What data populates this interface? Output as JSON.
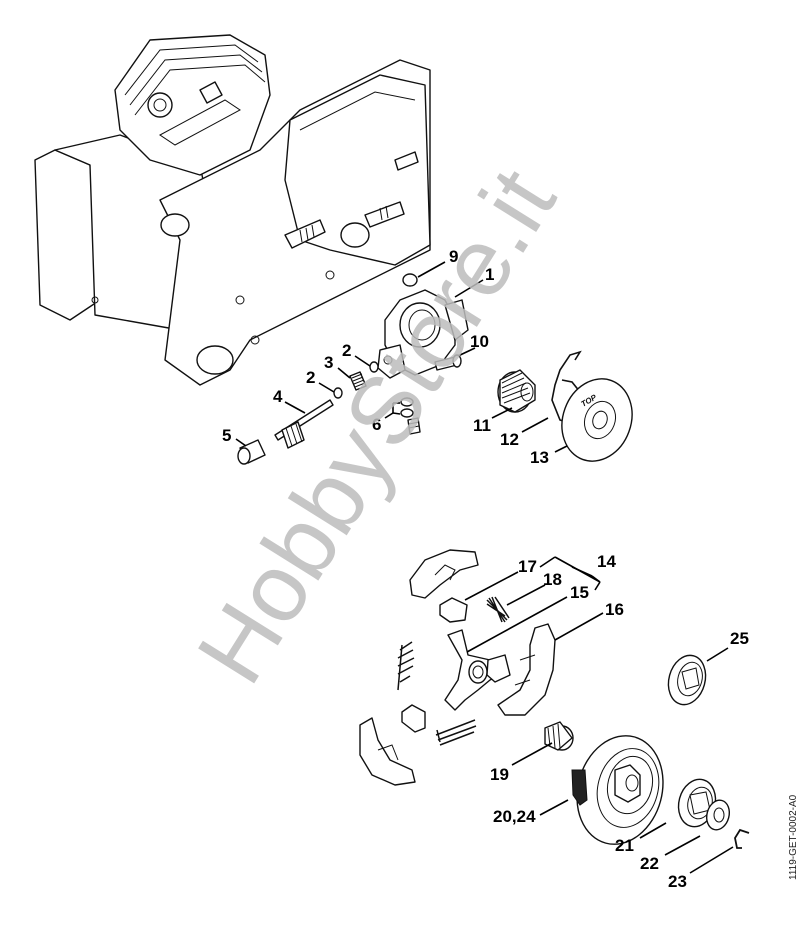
{
  "diagram": {
    "type": "exploded-parts-diagram",
    "subject": "Chainsaw crankcase, oil pump and clutch assembly",
    "drawing_id": "1119-GET-0002-A0",
    "watermark": "HobbyStore.it",
    "disc_marking": "TOP"
  },
  "callouts": [
    {
      "id": "c1",
      "label": "1"
    },
    {
      "id": "c2a",
      "label": "2"
    },
    {
      "id": "c2b",
      "label": "2"
    },
    {
      "id": "c3",
      "label": "3"
    },
    {
      "id": "c4",
      "label": "4"
    },
    {
      "id": "c5",
      "label": "5"
    },
    {
      "id": "c6",
      "label": "6"
    },
    {
      "id": "c9",
      "label": "9"
    },
    {
      "id": "c10",
      "label": "10"
    },
    {
      "id": "c11",
      "label": "11"
    },
    {
      "id": "c12",
      "label": "12"
    },
    {
      "id": "c13",
      "label": "13"
    },
    {
      "id": "c14",
      "label": "14"
    },
    {
      "id": "c15",
      "label": "15"
    },
    {
      "id": "c16",
      "label": "16"
    },
    {
      "id": "c17",
      "label": "17"
    },
    {
      "id": "c18",
      "label": "18"
    },
    {
      "id": "c19",
      "label": "19"
    },
    {
      "id": "c20",
      "label": "20,24"
    },
    {
      "id": "c21",
      "label": "21"
    },
    {
      "id": "c22",
      "label": "22"
    },
    {
      "id": "c23",
      "label": "23"
    },
    {
      "id": "c25",
      "label": "25"
    }
  ]
}
